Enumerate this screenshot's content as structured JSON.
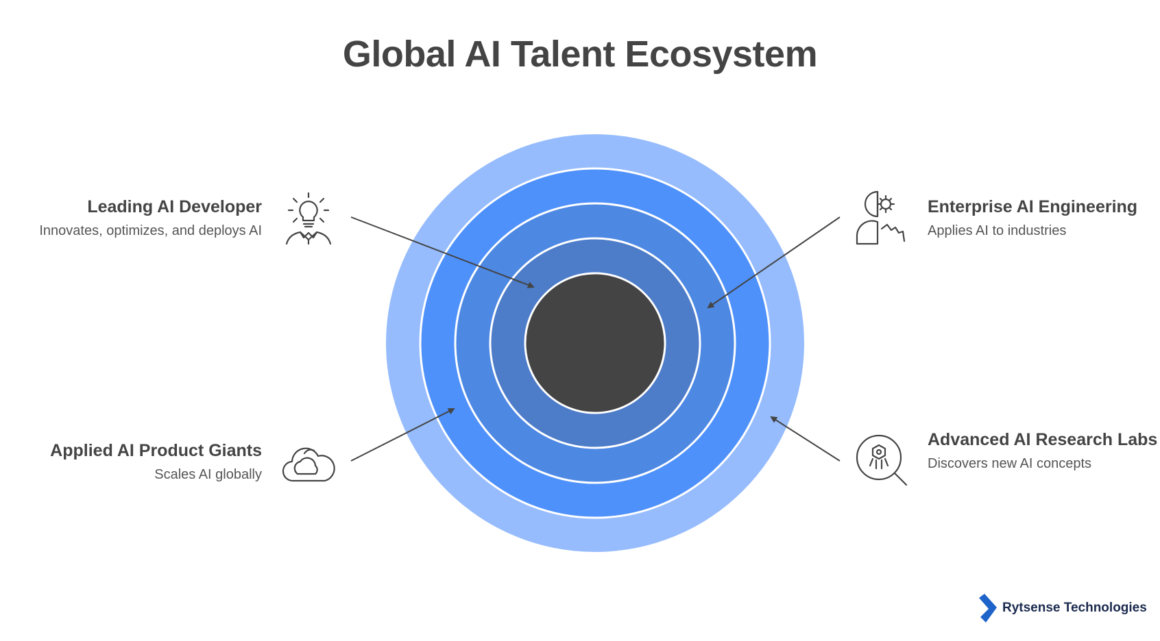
{
  "title": "Global AI Talent Ecosystem",
  "rings": {
    "colors": [
      "#96bcfd",
      "#4f91fb",
      "#4d88e3",
      "#4d7cc9",
      "#444444"
    ]
  },
  "nodes": [
    {
      "id": "leading",
      "heading": "Leading AI Developer",
      "description": "Innovates, optimizes, and deploys AI",
      "icon": "lightbulb-person-icon"
    },
    {
      "id": "enterprise",
      "heading": "Enterprise AI Engineering",
      "description": "Applies AI to industries",
      "icon": "gear-head-icon"
    },
    {
      "id": "applied",
      "heading": "Applied AI Product Giants",
      "description": "Scales AI globally",
      "icon": "cloud-icon"
    },
    {
      "id": "research",
      "heading": "Advanced AI Research Labs",
      "description": "Discovers new AI concepts",
      "icon": "magnifier-icon"
    }
  ],
  "brand": {
    "name": "Rytsense Technologies",
    "color": "#1e63c9"
  }
}
